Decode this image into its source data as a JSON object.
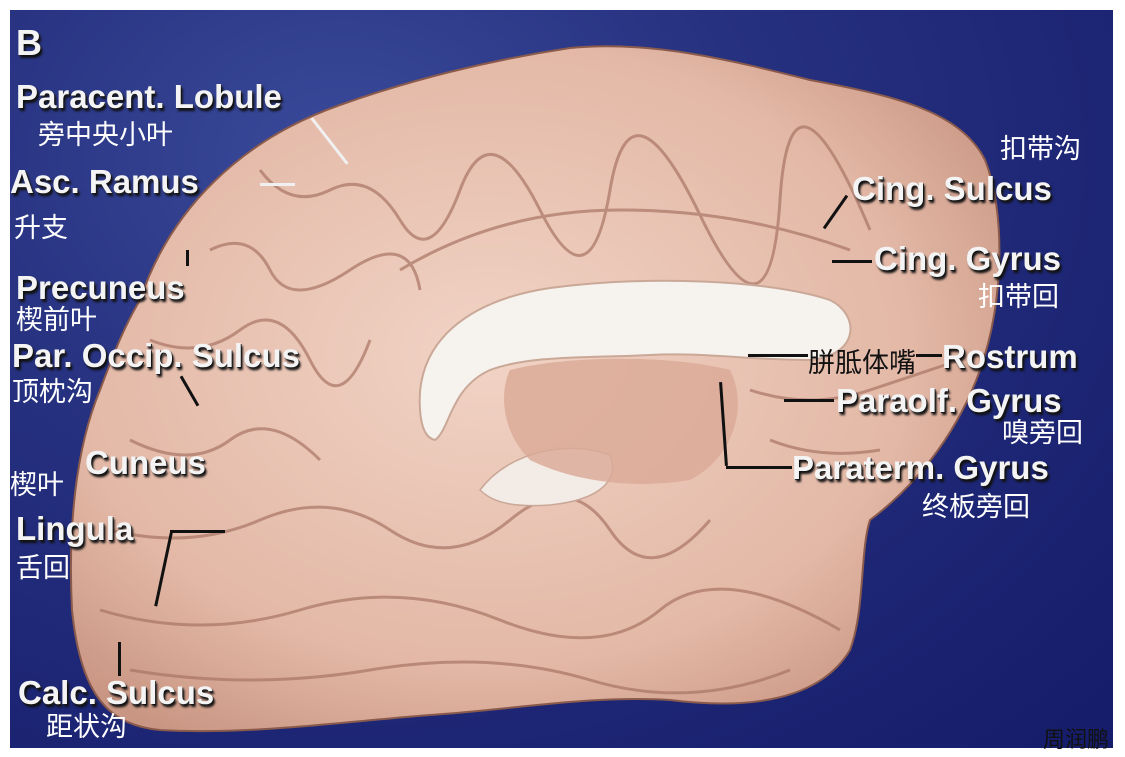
{
  "panel_label": "B",
  "labels": {
    "paracent_lobule": {
      "en": "Paracent. Lobule",
      "zh": "旁中央小叶"
    },
    "asc_ramus": {
      "en": "Asc. Ramus",
      "zh": "升支"
    },
    "precuneus": {
      "en": "Precuneus",
      "zh": "楔前叶"
    },
    "par_occip_sulcus": {
      "en": "Par. Occip. Sulcus",
      "zh": "顶枕沟"
    },
    "cuneus": {
      "en": "Cuneus",
      "zh": "楔叶"
    },
    "lingula": {
      "en": "Lingula",
      "zh": "舌回"
    },
    "calc_sulcus": {
      "en": "Calc. Sulcus",
      "zh": "距状沟"
    },
    "cing_sulcus": {
      "en": "Cing. Sulcus",
      "zh": "扣带沟"
    },
    "cing_gyrus": {
      "en": "Cing. Gyrus",
      "zh": "扣带回"
    },
    "rostrum": {
      "en": "Rostrum",
      "zh": "胼胝体嘴"
    },
    "paraolf_gyrus": {
      "en": "Paraolf. Gyrus",
      "zh": "嗅旁回"
    },
    "paraterm_gyrus": {
      "en": "Paraterm. Gyrus",
      "zh": "终板旁回"
    }
  },
  "credit": "周润鹏",
  "colors": {
    "background": "#1e2a80",
    "brain": "#e8c2b2",
    "callosum": "#f6f2ee"
  }
}
